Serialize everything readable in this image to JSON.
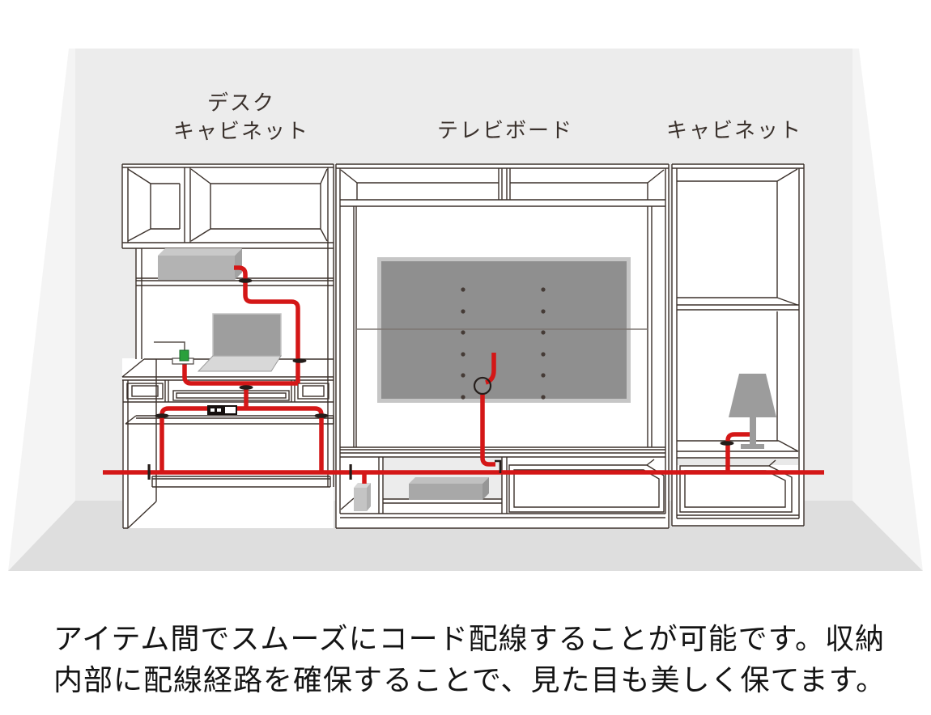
{
  "diagram": {
    "labels": [
      {
        "id": "desk-cabinet",
        "lines": [
          "デスク",
          "キャビネット"
        ]
      },
      {
        "id": "tv-board",
        "lines": [
          "テレビボード"
        ]
      },
      {
        "id": "cabinet",
        "lines": [
          "キャビネット"
        ]
      }
    ],
    "caption": {
      "lines": [
        "アイテム間でスムーズにコード配線することが可能です。収納",
        "内部に配線経路を確保することで、見た目も美しく保てます。"
      ]
    },
    "colors": {
      "cable": "#d41717",
      "line": "#3b312b",
      "wall": "#ececec",
      "side-wall": "#f4f4f4",
      "floor": "#dedede",
      "tv-screen": "#8f8f8f",
      "tv-frame": "#c6c6c6",
      "object-gray": "#a8a8a8",
      "hardware": "#241d1a",
      "connector-green": "#2aa03c"
    }
  }
}
